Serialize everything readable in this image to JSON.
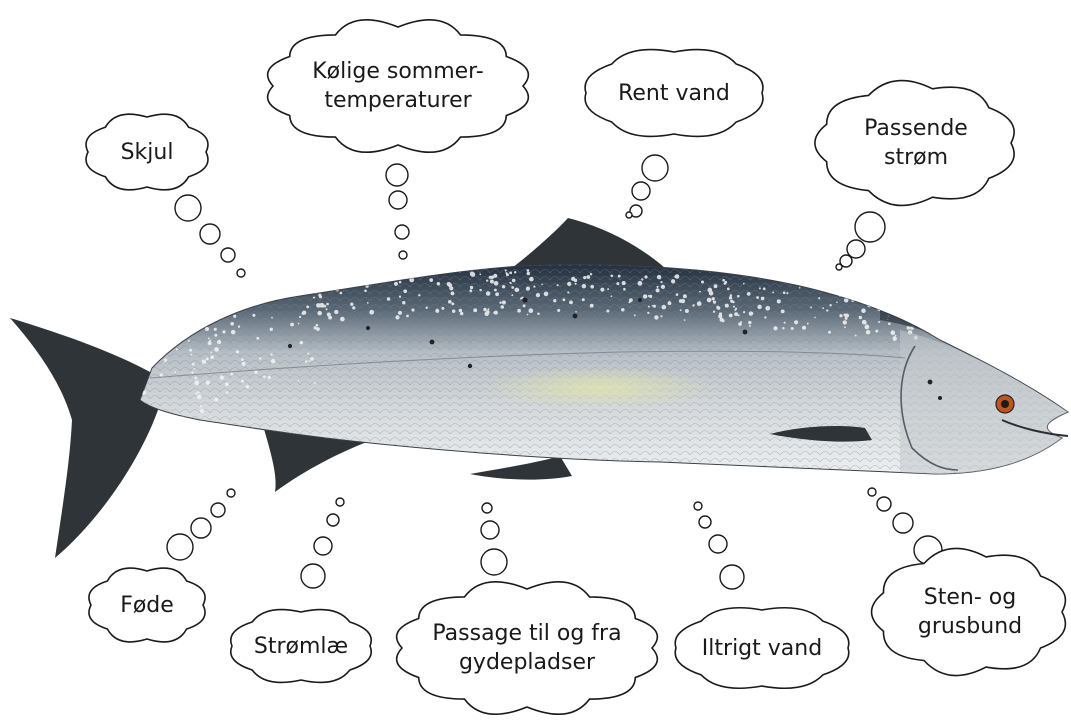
{
  "needs": [
    {
      "id": "skjul",
      "lines": [
        "Skjul"
      ]
    },
    {
      "id": "kolige",
      "lines": [
        "Kølige sommer-",
        "temperaturer"
      ]
    },
    {
      "id": "rent",
      "lines": [
        "Rent vand"
      ]
    },
    {
      "id": "passende",
      "lines": [
        "Passende",
        "strøm"
      ]
    },
    {
      "id": "fode",
      "lines": [
        "Føde"
      ]
    },
    {
      "id": "stromlae",
      "lines": [
        "Strømlæ"
      ]
    },
    {
      "id": "passage",
      "lines": [
        "Passage til og fra",
        "gydepladser"
      ]
    },
    {
      "id": "iltrigt",
      "lines": [
        "Iltrigt vand"
      ]
    },
    {
      "id": "sten",
      "lines": [
        "Sten- og",
        "grusbund"
      ]
    }
  ],
  "colors": {
    "outline": "#1a1a1a",
    "fish_back": "#2e3848",
    "fish_body": "#c9ced3",
    "fish_belly": "#e9ebec",
    "fins": "#2f3438",
    "eye": "#c0541e"
  }
}
